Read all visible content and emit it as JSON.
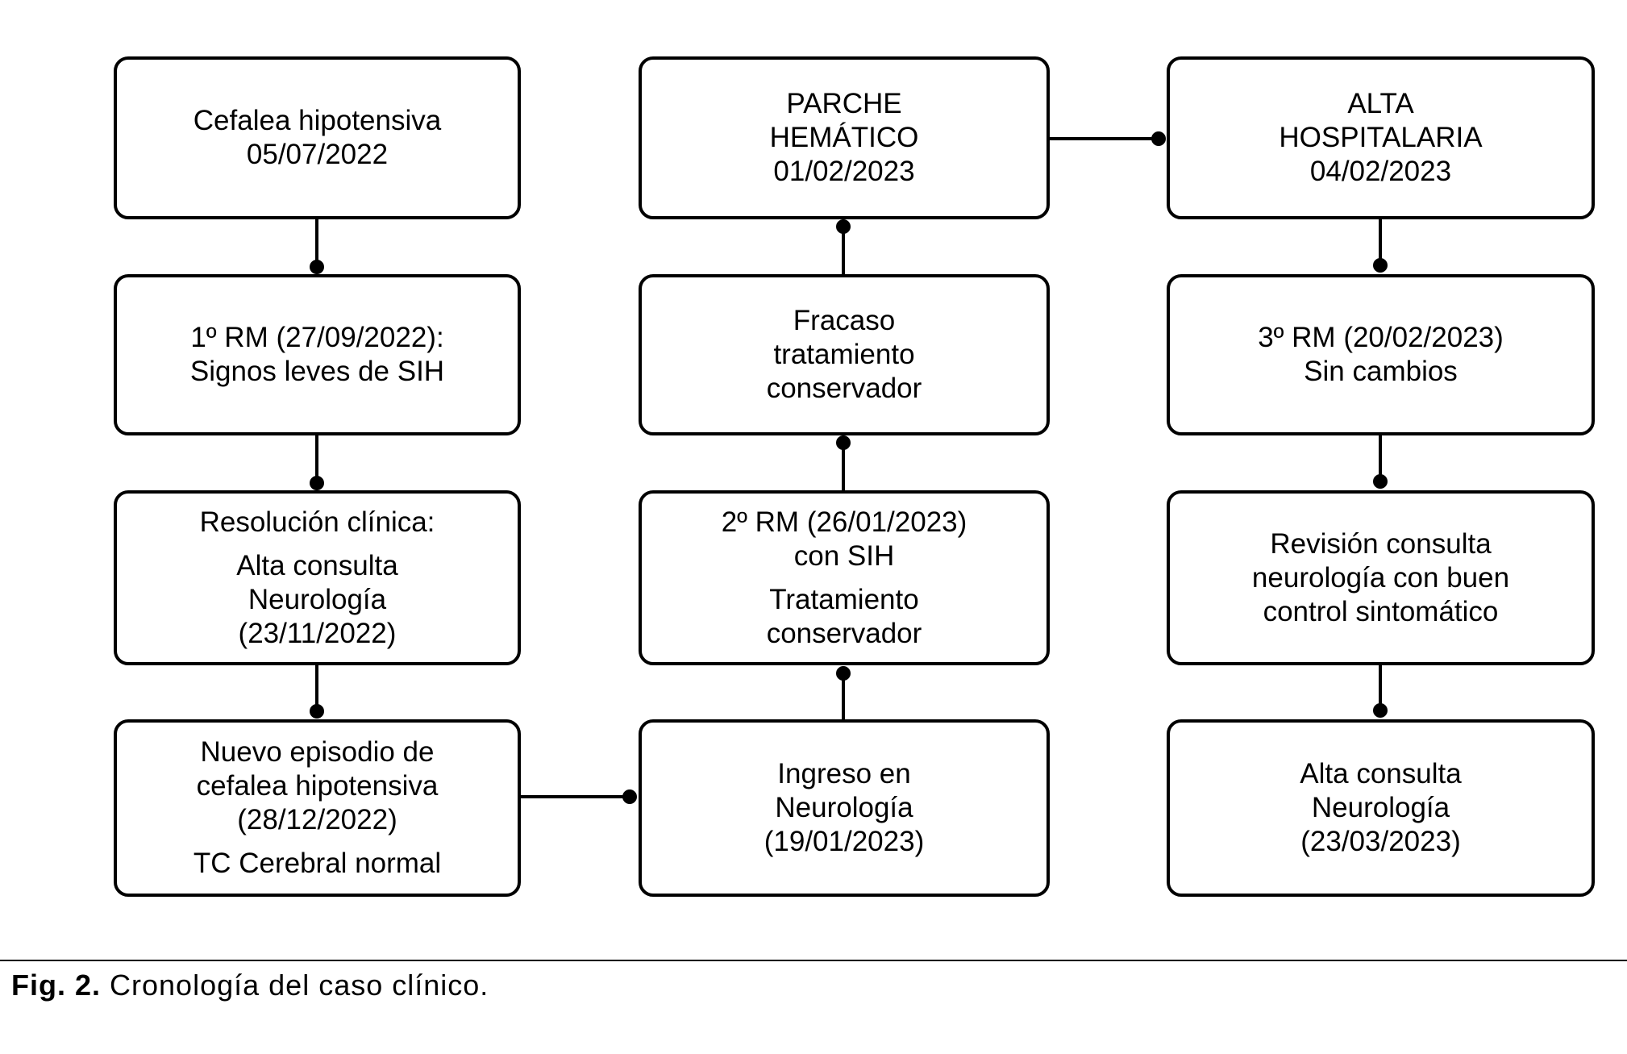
{
  "boxes": {
    "col1": [
      {
        "lines": [
          "Cefalea hipotensiva",
          "05/07/2022"
        ]
      },
      {
        "lines": [
          "1º RM (27/09/2022):",
          "Signos leves de SIH"
        ]
      },
      {
        "lines": [
          "Resolución clínica:"
        ],
        "lines2": [
          "Alta consulta",
          "Neurología",
          "(23/11/2022)"
        ]
      },
      {
        "lines": [
          "Nuevo episodio de",
          "cefalea hipotensiva",
          "(28/12/2022)"
        ],
        "lines2": [
          "TC Cerebral normal"
        ]
      }
    ],
    "col2": [
      {
        "lines": [
          "PARCHE",
          "HEMÁTICO",
          "01/02/2023"
        ]
      },
      {
        "lines": [
          "Fracaso",
          "tratamiento",
          "conservador"
        ]
      },
      {
        "lines": [
          "2º RM (26/01/2023)",
          "con SIH"
        ],
        "lines2": [
          "Tratamiento",
          "conservador"
        ]
      },
      {
        "lines": [
          "Ingreso en",
          "Neurología",
          "(19/01/2023)"
        ]
      }
    ],
    "col3": [
      {
        "lines": [
          "ALTA",
          "HOSPITALARIA",
          "04/02/2023"
        ]
      },
      {
        "lines": [
          "3º RM (20/02/2023)",
          "Sin cambios"
        ]
      },
      {
        "lines": [
          "Revisión consulta",
          "neurología con buen",
          "control sintomático"
        ]
      },
      {
        "lines": [
          "Alta consulta",
          "Neurología",
          "(23/03/2023)"
        ]
      }
    ]
  },
  "caption": {
    "label": "Fig. 2.",
    "text": "Cronología del caso clínico."
  }
}
